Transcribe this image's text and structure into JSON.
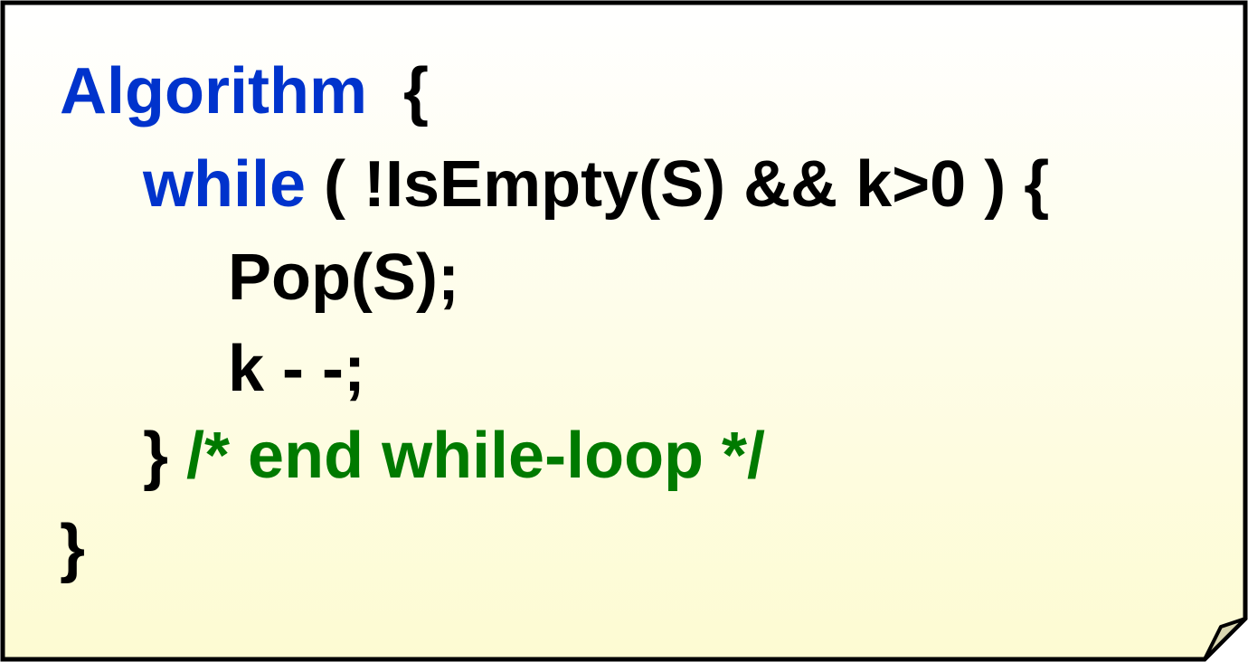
{
  "colors": {
    "keyword": "#0033cc",
    "comment": "#007a00",
    "text": "#000000",
    "note_top": "#ffffff",
    "note_bottom": "#fdfbd2",
    "border": "#000000",
    "fold": "#d9d6b0"
  },
  "code": {
    "line1": {
      "keyword": "Algorithm",
      "rest": "  {"
    },
    "line2": {
      "keyword": "while",
      "rest": " ( !IsEmpty(S) && k>0 ) {"
    },
    "line3": {
      "text": "Pop(S);"
    },
    "line4": {
      "text": "k - -;"
    },
    "line5": {
      "brace": "} ",
      "comment": "/* end while-loop */"
    },
    "line6": {
      "text": "}"
    }
  }
}
